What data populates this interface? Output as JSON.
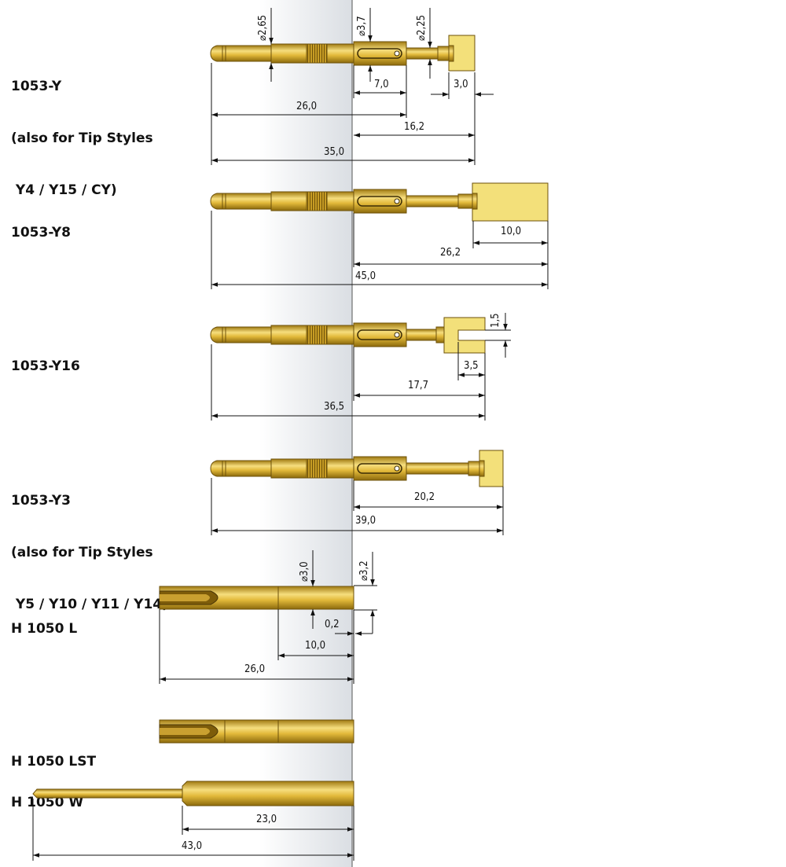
{
  "parts": [
    {
      "id": "1053-Y",
      "lines": [
        "1053-Y",
        "(also for Tip Styles",
        " Y4 / Y15 / CY)"
      ]
    },
    {
      "id": "1053-Y8",
      "lines": [
        "1053-Y8"
      ]
    },
    {
      "id": "1053-Y16",
      "lines": [
        "1053-Y16"
      ]
    },
    {
      "id": "1053-Y3",
      "lines": [
        "1053-Y3",
        "(also for Tip Styles",
        " Y5 / Y10 / Y11 / Y14)"
      ]
    },
    {
      "id": "H-1050-L",
      "lines": [
        "H 1050 L"
      ]
    },
    {
      "id": "H-1050-LST",
      "lines": [
        "H 1050 LST"
      ]
    },
    {
      "id": "H-1050-W",
      "lines": [
        "H 1050 W"
      ]
    }
  ],
  "dims": {
    "y_d265": "⌀2,65",
    "y_d37": "⌀3,7",
    "y_d225": "⌀2,25",
    "y_70": "7,0",
    "y_30": "3,0",
    "y_260": "26,0",
    "y_162": "16,2",
    "y_350": "35,0",
    "y8_100": "10,0",
    "y8_262": "26,2",
    "y8_450": "45,0",
    "y16_15": "1,5",
    "y16_35": "3,5",
    "y16_177": "17,7",
    "y16_365": "36,5",
    "y3_202": "20,2",
    "y3_390": "39,0",
    "l_d30": "⌀3,0",
    "l_d32": "⌀3,2",
    "l_02": "0,2",
    "l_100": "10,0",
    "l_260": "26,0",
    "w_230": "23,0",
    "w_430": "43,0"
  },
  "colors": {
    "gold": "#e2b93a",
    "gold_dark": "#a07a12",
    "gold_light": "#f4dc7a",
    "tip": "#f3e07a",
    "panel": "#e4e7eb"
  }
}
